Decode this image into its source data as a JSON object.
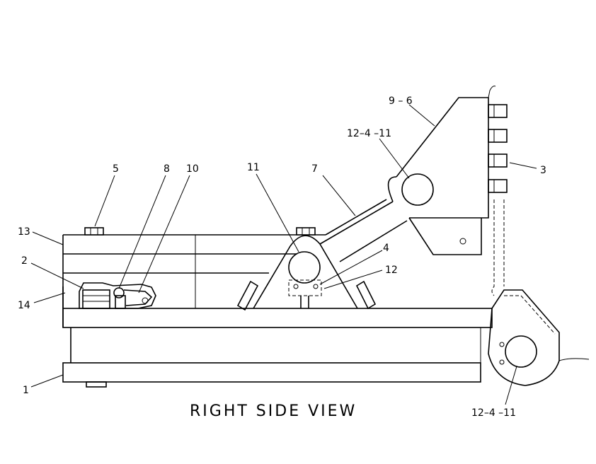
{
  "view_title": "RIGHT SIDE VIEW",
  "callouts": [
    {
      "id": "c-9-6",
      "text": "9 – 6"
    },
    {
      "id": "c-12-4-11-top",
      "text": "12–4 –11"
    },
    {
      "id": "c-3",
      "text": "3"
    },
    {
      "id": "c-11",
      "text": "11"
    },
    {
      "id": "c-7",
      "text": "7"
    },
    {
      "id": "c-5",
      "text": "5"
    },
    {
      "id": "c-8",
      "text": "8"
    },
    {
      "id": "c-10",
      "text": "10"
    },
    {
      "id": "c-13",
      "text": "13"
    },
    {
      "id": "c-2",
      "text": "2"
    },
    {
      "id": "c-14",
      "text": "14"
    },
    {
      "id": "c-4",
      "text": "4"
    },
    {
      "id": "c-12",
      "text": "12"
    },
    {
      "id": "c-1",
      "text": "1"
    },
    {
      "id": "c-12-4-11-bottom",
      "text": "12–4 –11"
    }
  ]
}
